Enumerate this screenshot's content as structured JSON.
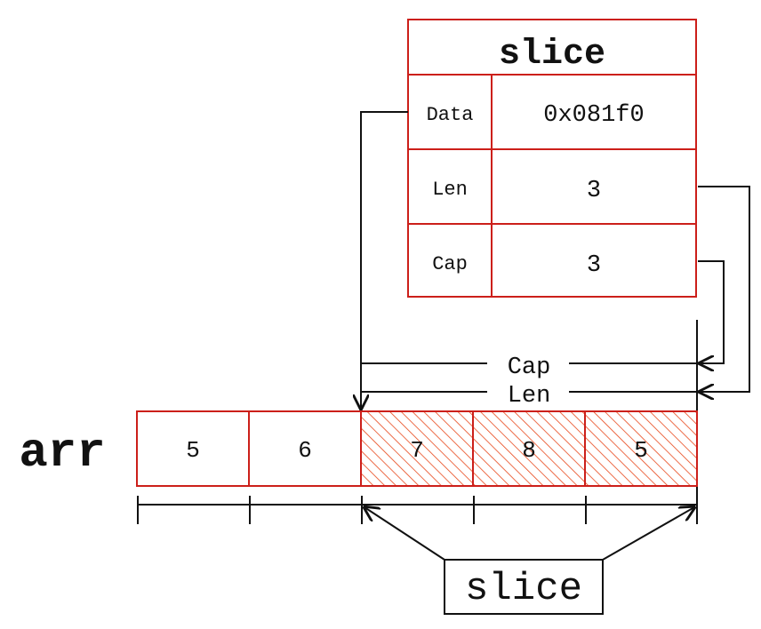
{
  "slice_struct": {
    "title": "slice",
    "fields": [
      {
        "name": "Data",
        "value": "0x081f0"
      },
      {
        "name": "Len",
        "value": "3"
      },
      {
        "name": "Cap",
        "value": "3"
      }
    ]
  },
  "array": {
    "label": "arr",
    "cells": [
      "5",
      "6",
      "7",
      "8",
      "5"
    ],
    "highlighted_start_index": 2,
    "highlighted_count": 3
  },
  "brackets": {
    "cap_label": "Cap",
    "len_label": "Len"
  },
  "slice_label": "slice",
  "colors": {
    "struct_border": "#cc1f1a",
    "hatch": "#e8481b",
    "line": "#111111"
  }
}
